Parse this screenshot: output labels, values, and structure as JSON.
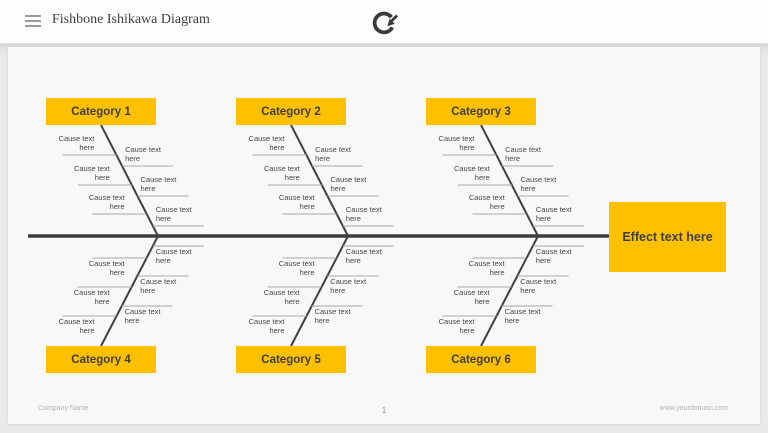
{
  "header": {
    "title": "Fishbone Ishikawa Diagram",
    "icons": {
      "menu": "hamburger-icon",
      "logo": "circular-arrow-logo-icon"
    }
  },
  "diagram": {
    "cause_label": "Cause text here",
    "effect_label": "Effect text here",
    "categories": [
      {
        "label": "Category 1",
        "position": "top"
      },
      {
        "label": "Category 2",
        "position": "top"
      },
      {
        "label": "Category 3",
        "position": "top"
      },
      {
        "label": "Category 4",
        "position": "bottom"
      },
      {
        "label": "Category 5",
        "position": "bottom"
      },
      {
        "label": "Category 6",
        "position": "bottom"
      }
    ],
    "causes_per_category": 6,
    "colors": {
      "accent_yellow": "#FFC000",
      "shape_text": "#3F3F3F",
      "spine_line": "#3D3D3D",
      "rib_line": "#404040",
      "branch_line": "#A8A8A8"
    }
  },
  "footer": {
    "company_name": "Company Name",
    "page_number": "1",
    "website": "www.yourdomain.com"
  }
}
